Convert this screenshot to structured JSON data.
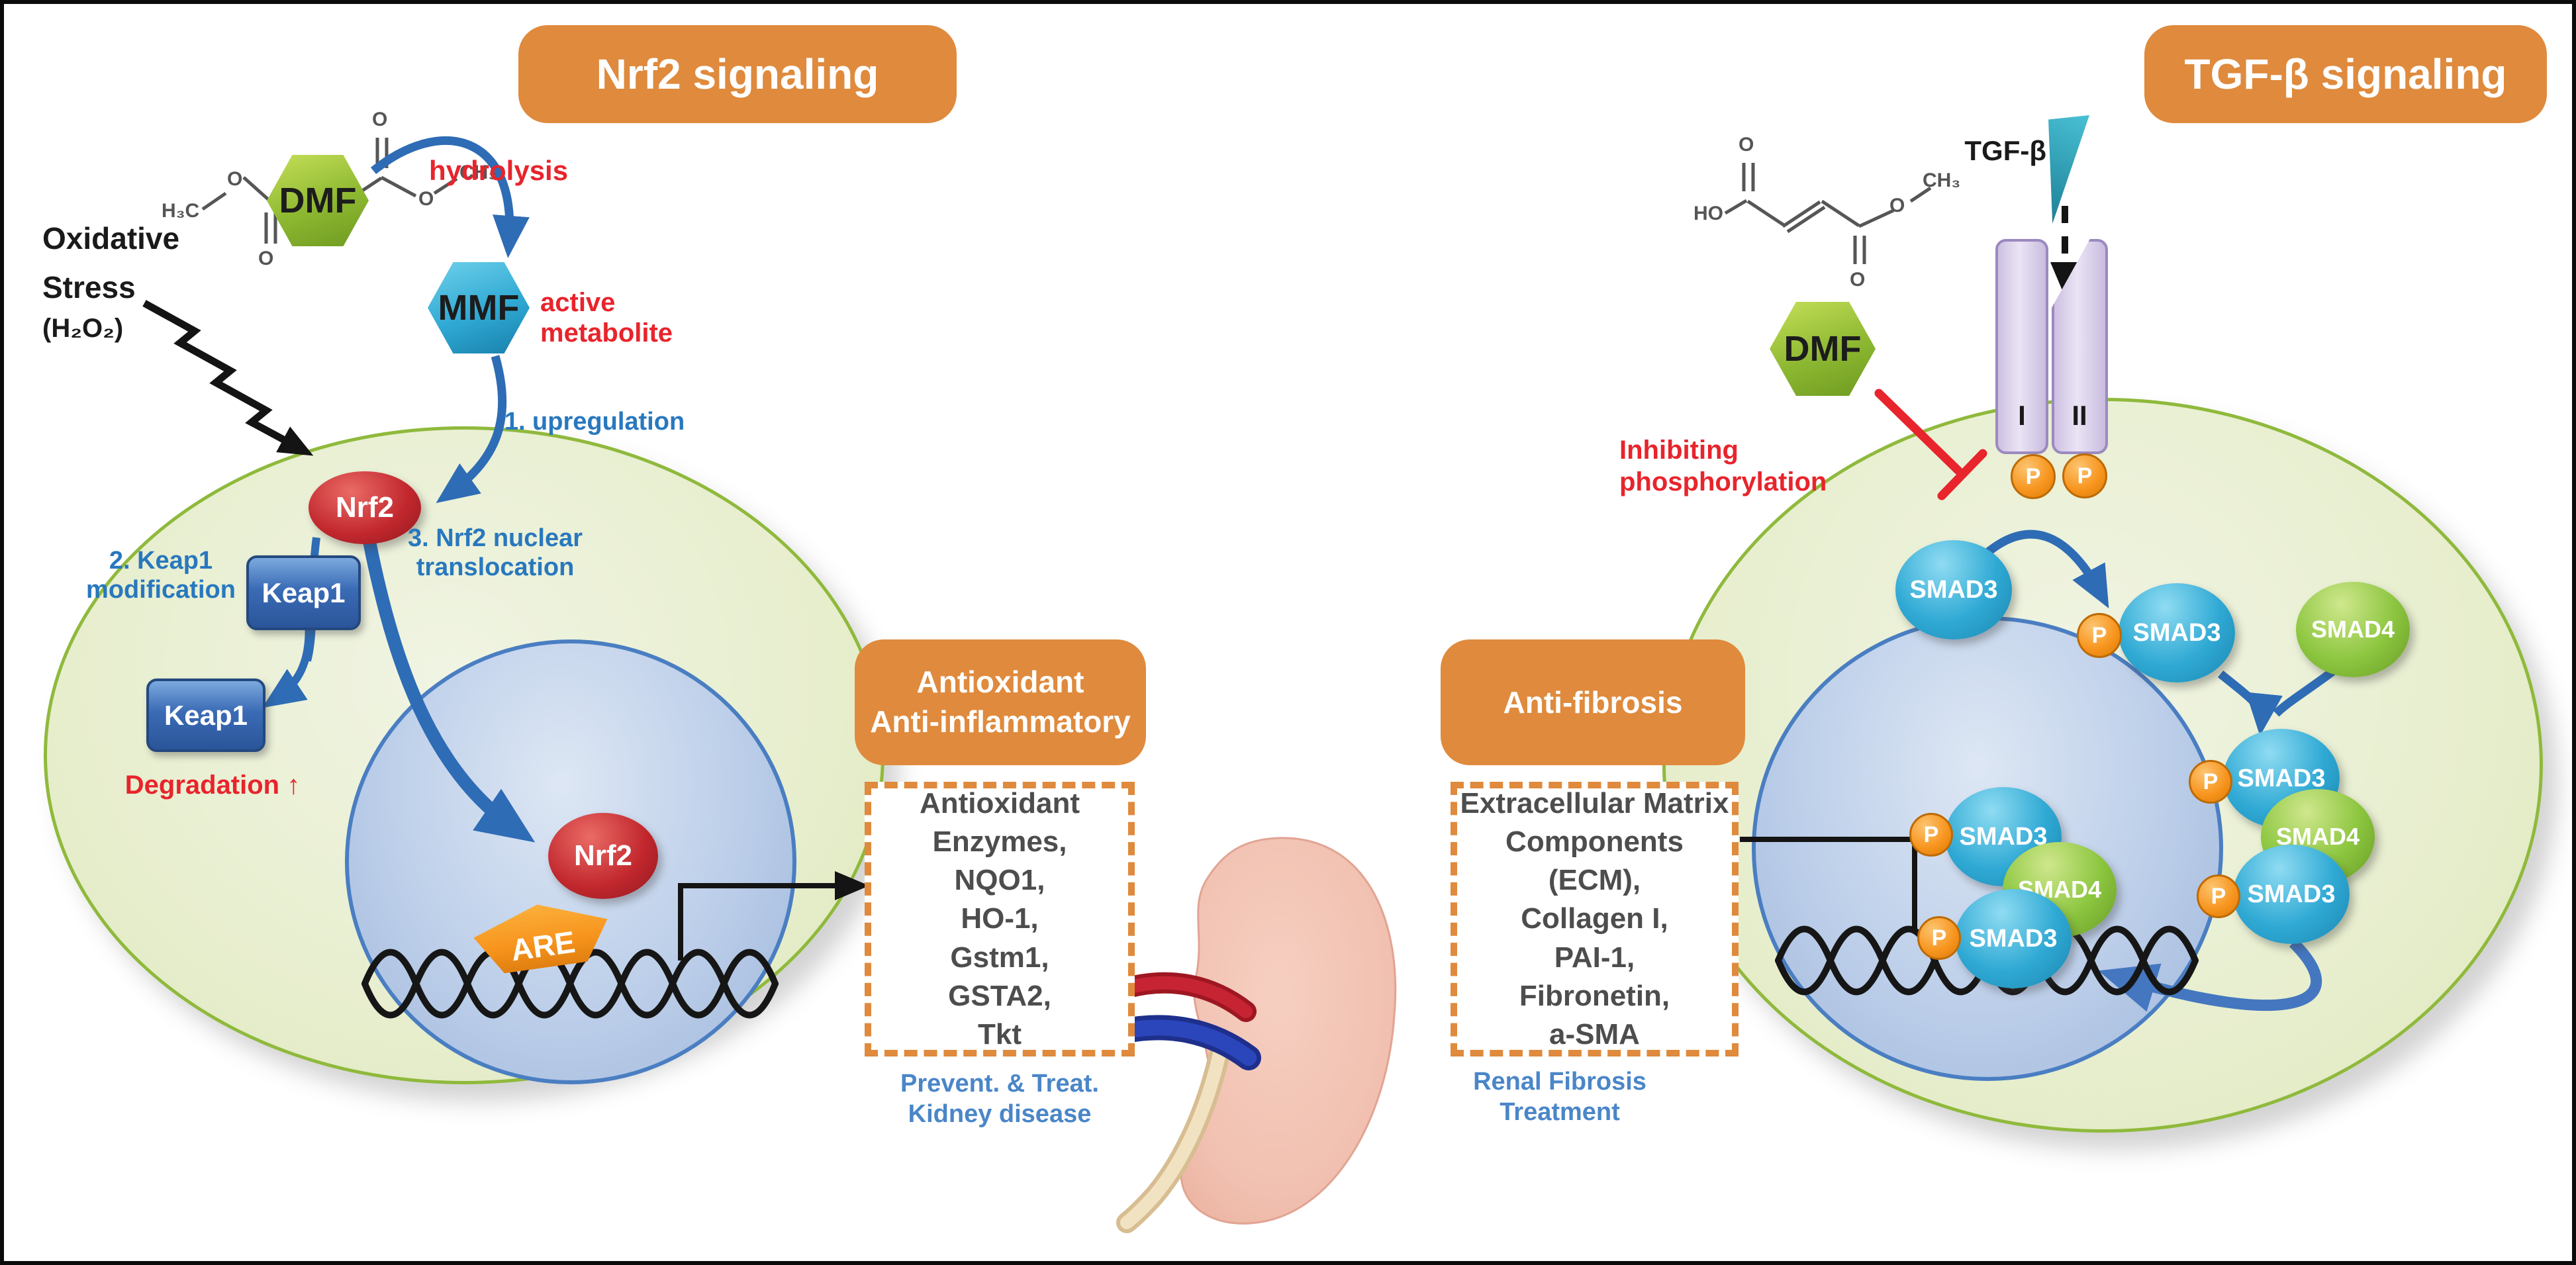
{
  "colors": {
    "accent_orange": "#DF8A3D",
    "arrow_blue": "#2E6CB5",
    "step_label_blue": "#2878BE",
    "treatment_blue": "#4A86C8",
    "alert_red": "#E8242C",
    "cell_border_green": "#8FB93C",
    "nucleus_border_blue": "#4A7EC2",
    "smad3_cyan": "#2FA9D4",
    "smad4_green": "#8CC63F",
    "phospho_orange": "#F7941D",
    "dmf_green": "#8DB831",
    "mmf_cyan": "#2FA9D4",
    "receptor_purple": "#CFC3E4"
  },
  "left": {
    "header": "Nrf2 signaling",
    "dmf": "DMF",
    "mmf": "MMF",
    "hydrolysis": "hydrolysis",
    "active_metabolite": [
      "active",
      "metabolite"
    ],
    "oxidative_stress": [
      "Oxidative",
      "Stress"
    ],
    "stress_formula": "(H₂O₂)",
    "step_upregulation": "1. upregulation",
    "step_keap1": [
      "2. Keap1",
      "modification"
    ],
    "step_translocation": [
      "3. Nrf2 nuclear",
      "translocation"
    ],
    "nrf2": "Nrf2",
    "keap1": "Keap1",
    "degradation": "Degradation ↑",
    "are": "ARE",
    "outcome": [
      "Antioxidant",
      "Anti-inflammatory"
    ],
    "genes": [
      "Antioxidant",
      "Enzymes,",
      "NQO1,",
      "HO-1,",
      "Gstm1,",
      "GSTA2,",
      "Tkt"
    ],
    "treatment": [
      "Prevent. & Treat.",
      "Kidney disease"
    ]
  },
  "right": {
    "header": "TGF-β signaling",
    "ligand": "TGF-β",
    "dmf": "DMF",
    "inhibition": [
      "Inhibiting",
      "phosphorylation"
    ],
    "receptor_type_1": "I",
    "receptor_type_2": "II",
    "phospho": "P",
    "smad3": "SMAD3",
    "smad4": "SMAD4",
    "outcome": "Anti-fibrosis",
    "genes": [
      "Extracellular Matrix",
      "Components (ECM),",
      "Collagen I,",
      "PAI-1,",
      "Fibronetin,",
      "a-SMA"
    ],
    "treatment": [
      "Renal Fibrosis",
      "Treatment"
    ]
  },
  "chem": {
    "h3c": "H₃C",
    "o": "O",
    "ch3": "CH₃",
    "ho": "HO"
  }
}
